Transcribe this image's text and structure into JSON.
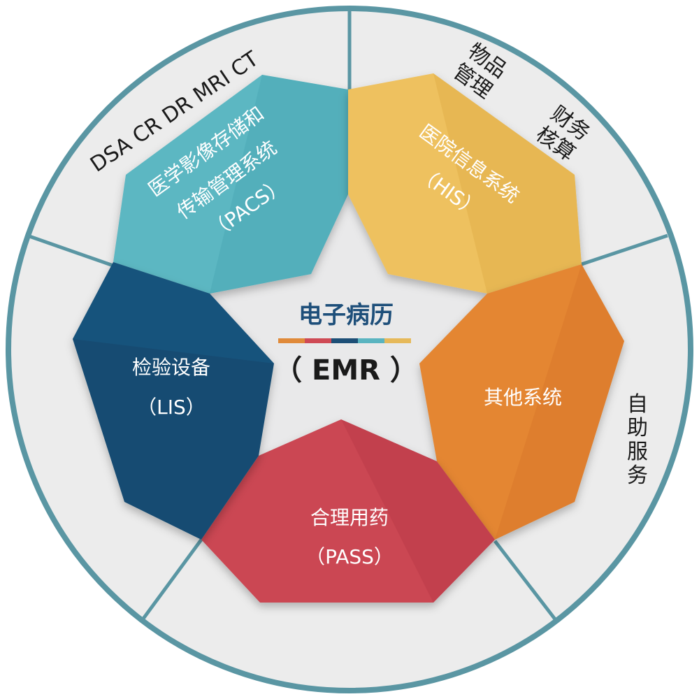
{
  "center": {
    "title": "电子病历",
    "subtitle": "（ EMR ）",
    "stripe_colors": [
      "#e08a3a",
      "#cf4a55",
      "#1d4f77",
      "#5ab4c0",
      "#e6b95a"
    ]
  },
  "segments": {
    "pacs": {
      "line1": "医学影像存储和",
      "line2": "传输管理系统",
      "line3": "（PACS）",
      "color": "#5bb7c2"
    },
    "his": {
      "line1": "医院信息系统",
      "line2": "（HIS）",
      "color": "#eec15e"
    },
    "other": {
      "line1": "其他系统",
      "color": "#e48633"
    },
    "pass": {
      "line1": "合理用药",
      "line2": "（PASS）",
      "color": "#cb4652"
    },
    "lis": {
      "line1": "检验设备",
      "line2": "（LIS）",
      "color": "#164c72"
    }
  },
  "outer_labels": {
    "imaging": "DSA  CR  DR  MRI  CT",
    "materials_line1": "物品",
    "materials_line2": "管理",
    "finance_line1": "财务",
    "finance_line2": "核算",
    "self_service": [
      "自",
      "助",
      "服",
      "务"
    ]
  },
  "colors": {
    "ring_border": "#5a96a3",
    "ring_fill": "#ececec",
    "divider": "#5a96a3"
  }
}
